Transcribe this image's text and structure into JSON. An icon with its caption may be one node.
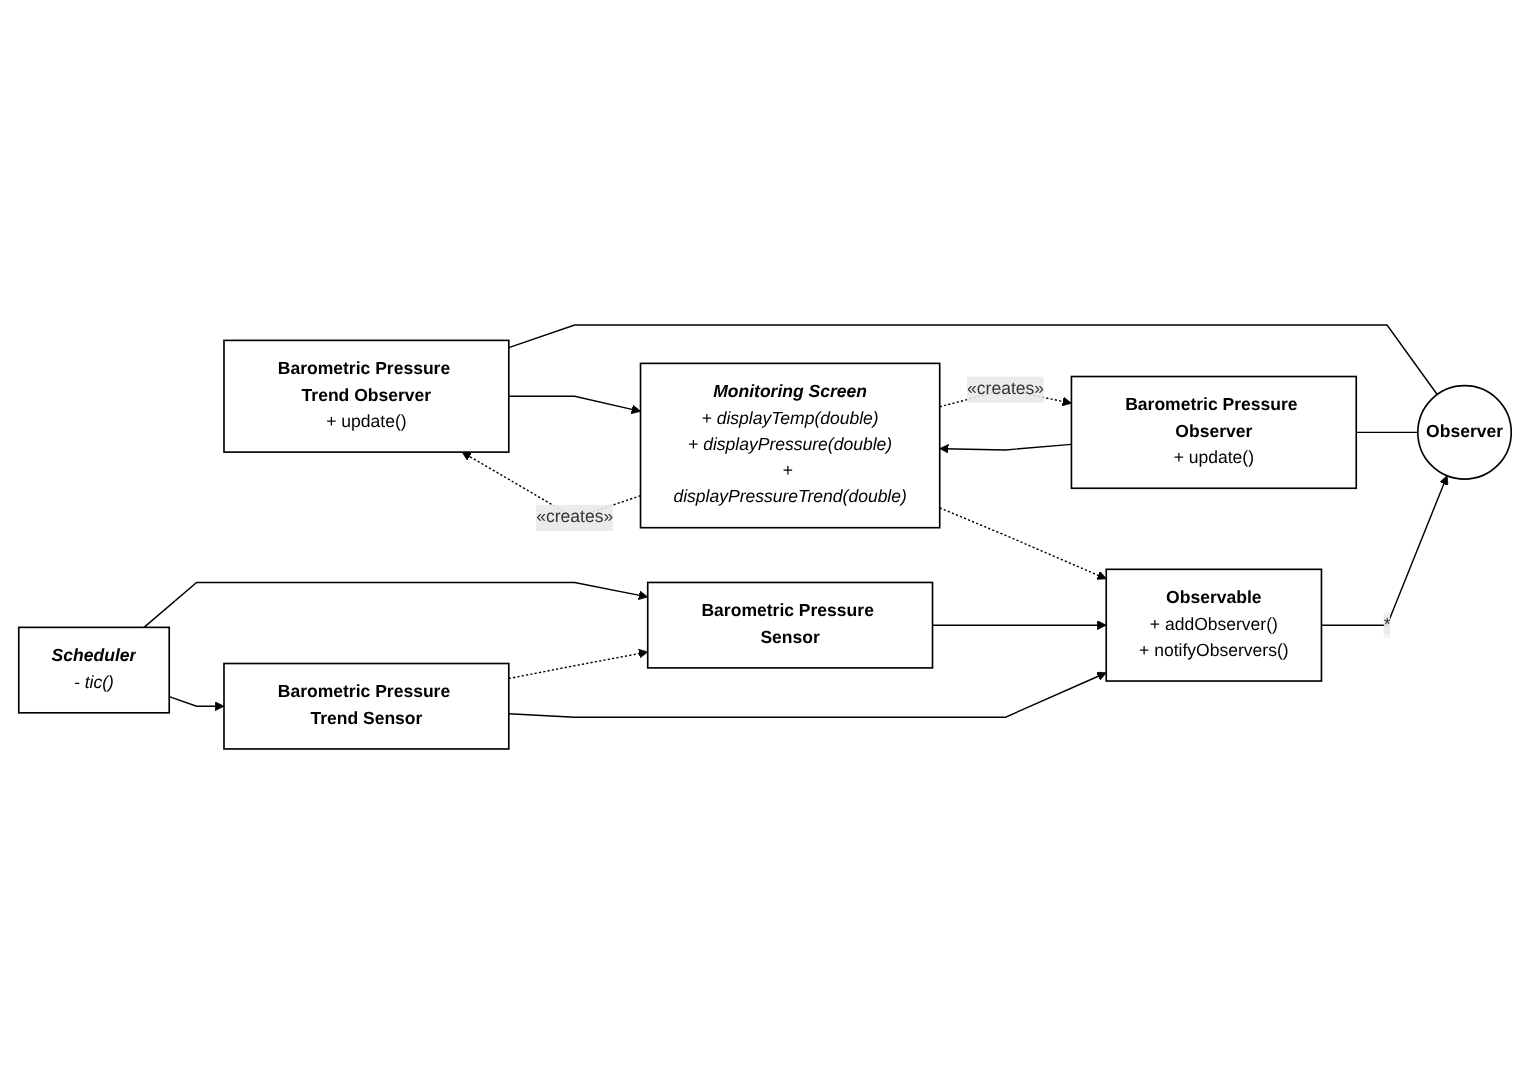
{
  "diagram": {
    "nodes": [
      {
        "text": [
          "Barometric Pressure Trend Observer",
          "+ update()"
        ]
      },
      {
        "text": [
          "Observer"
        ]
      },
      {
        "text": [
          "Monitoring Screen",
          "+ displayTemp(double)",
          "+ displayPressure(double)",
          "+ displayPressureTrend(double)"
        ]
      },
      {
        "text": [
          "Barometric Pressure Observer",
          "+ update()"
        ]
      },
      {
        "text": [
          "Scheduler",
          "- tic()"
        ]
      },
      {
        "text": [
          "Barometric Pressure Sensor"
        ]
      },
      {
        "text": [
          "Observable",
          "+ addObserver()",
          "+ notifyObservers()"
        ]
      },
      {
        "text": [
          "Barometric Pressure Trend Sensor"
        ]
      }
    ],
    "edges": [
      {
        "from": 2,
        "to": 0,
        "arrow": "to",
        "label": "«creates»",
        "style": "dashed"
      },
      {
        "from": 0,
        "to": 2,
        "arrow": "to"
      },
      {
        "from": 2,
        "to": 3,
        "arrow": "to",
        "label": "«creates»",
        "style": "dashed"
      },
      {
        "from": 3,
        "to": 2,
        "arrow": "to"
      },
      {
        "from": 0,
        "to": 1,
        "arrow": "none"
      },
      {
        "from": 3,
        "to": 1,
        "arrow": "none"
      },
      {
        "from": 6,
        "to": 1,
        "arrow": "to",
        "label": "*"
      },
      {
        "from": 2,
        "to": 6,
        "arrow": "to",
        "style": "dashed"
      },
      {
        "from": 4,
        "to": 5,
        "arrow": "to"
      },
      {
        "from": 4,
        "to": 7,
        "arrow": "to"
      },
      {
        "from": 7,
        "to": 5,
        "arrow": "to",
        "style": "dashed"
      },
      {
        "from": 5,
        "to": 6,
        "arrow": "to"
      },
      {
        "from": 7,
        "to": 6,
        "arrow": "to"
      }
    ]
  }
}
